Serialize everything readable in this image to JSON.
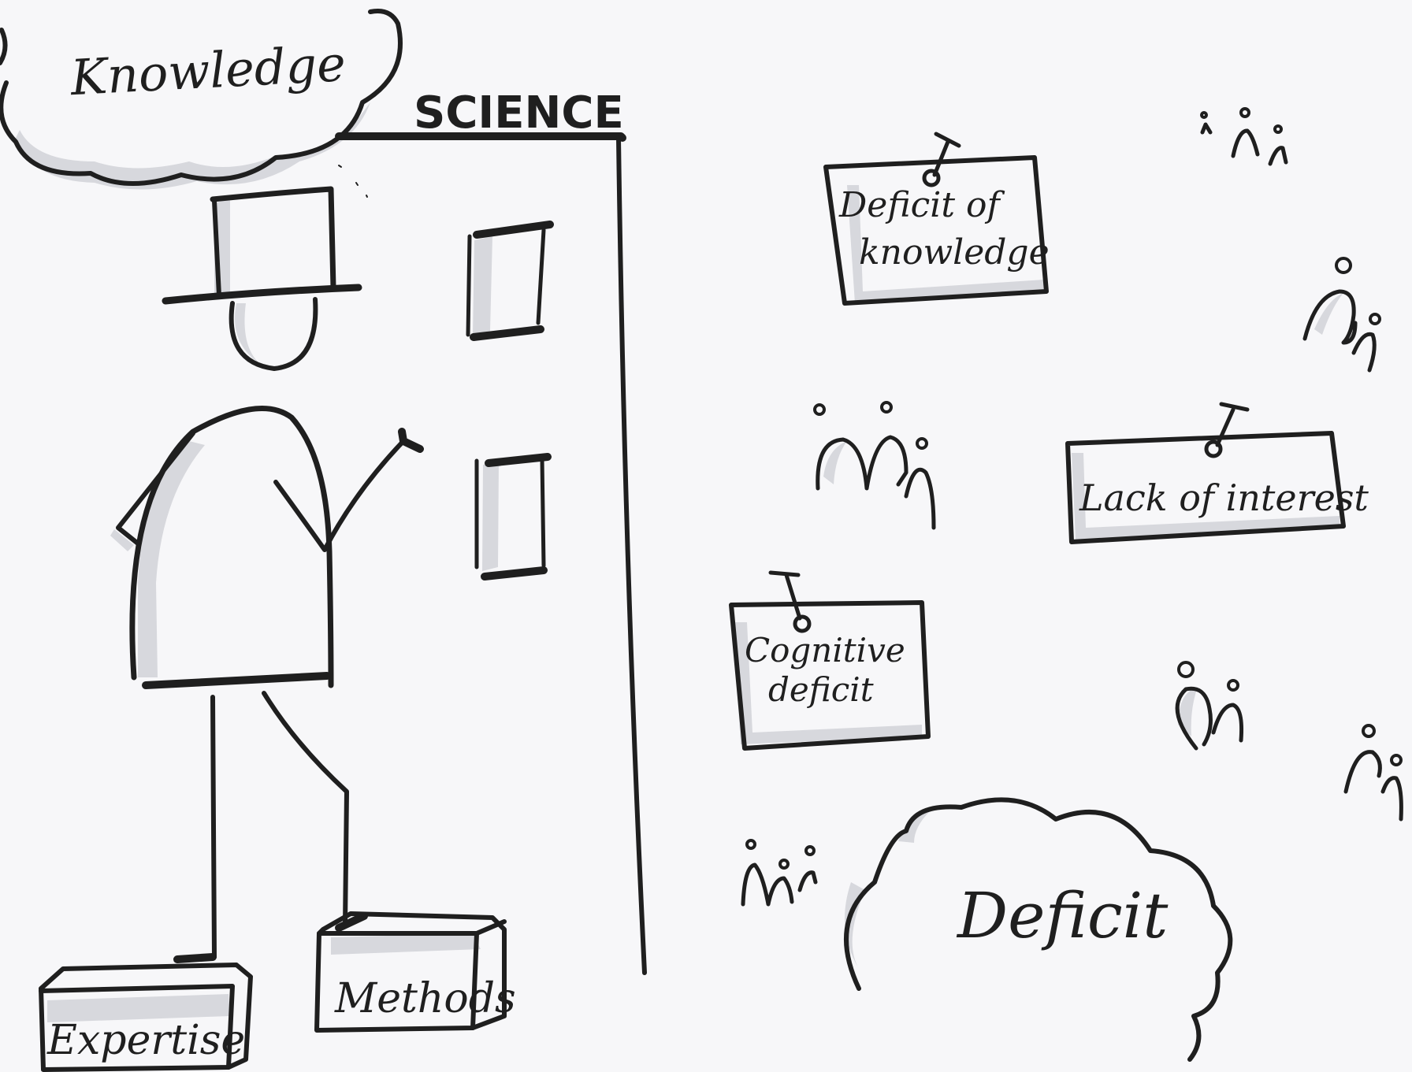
{
  "labels": {
    "knowledge_cloud": "Knowledge",
    "science_building": "SCIENCE",
    "expertise_block": "Expertise",
    "methods_block": "Methods",
    "deficit_knowledge_line1": "Deficit of",
    "deficit_knowledge_line2": "knowledge",
    "lack_of_interest": "Lack of interest",
    "cognitive_line1": "Cognitive",
    "cognitive_line2": "deficit",
    "deficit_cloud": "Deficit"
  },
  "colors": {
    "ink": "#1f1f1f",
    "shadow": "#d7d8dd",
    "paper": "#f7f7f9"
  }
}
